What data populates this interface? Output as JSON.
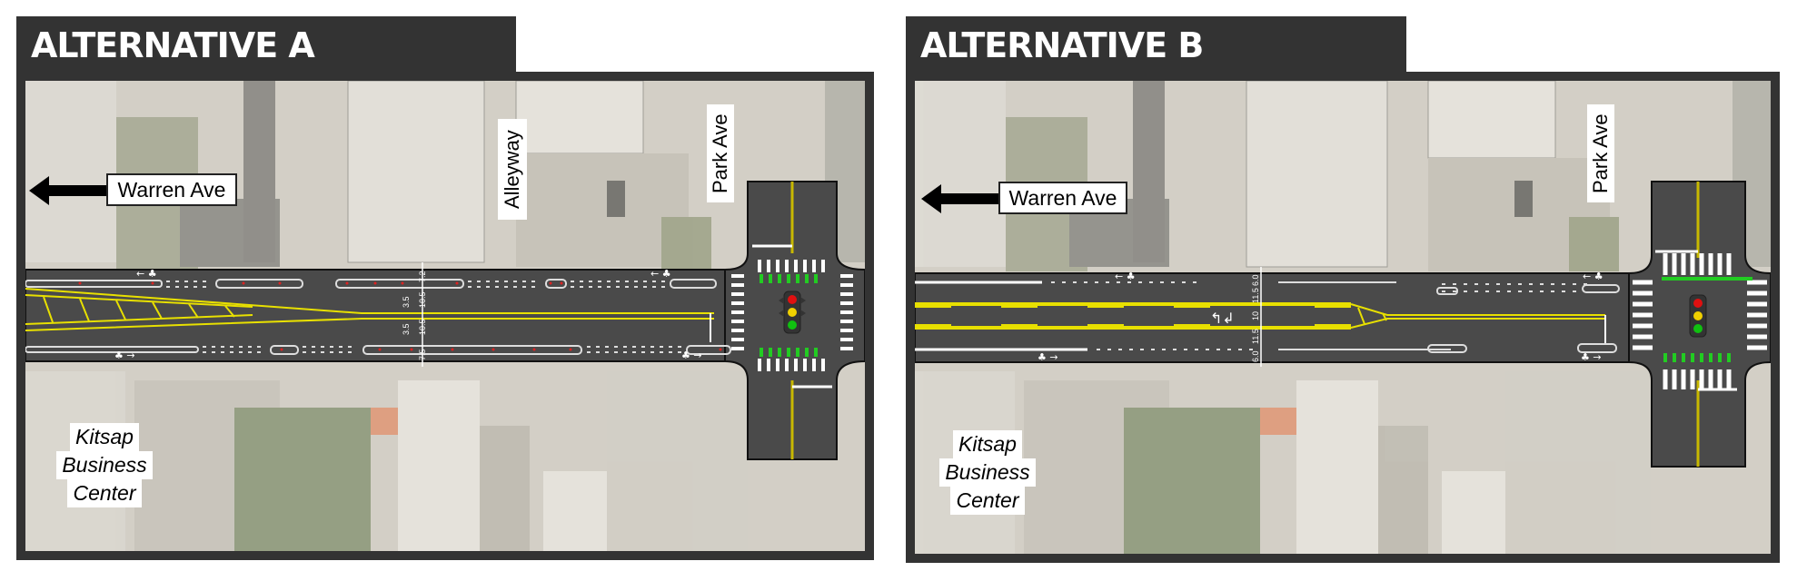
{
  "panels": [
    {
      "title": "ALTERNATIVE A",
      "labels": {
        "warren": "Warren Ave",
        "alley": "Alleyway",
        "park": "Park Ave",
        "kitsap": [
          "Kitsap",
          "Business",
          "Center"
        ]
      },
      "dimensions": [
        "7.2",
        "3.5",
        "10.5",
        "3.5",
        "10.5",
        "7.5"
      ]
    },
    {
      "title": "ALTERNATIVE B",
      "labels": {
        "warren": "Warren Ave",
        "park": "Park Ave",
        "kitsap": [
          "Kitsap",
          "Business",
          "Center"
        ]
      },
      "dimensions": [
        "6.0",
        "11.5",
        "10",
        "11.5",
        "6.0"
      ]
    }
  ],
  "colors": {
    "frame": "#333333",
    "road": "#4a4a4a",
    "centerline": "#e8e000",
    "bike_green": "#22cc22",
    "signal_red": "#e01010",
    "signal_yellow": "#f0d000",
    "signal_green": "#10c010"
  }
}
